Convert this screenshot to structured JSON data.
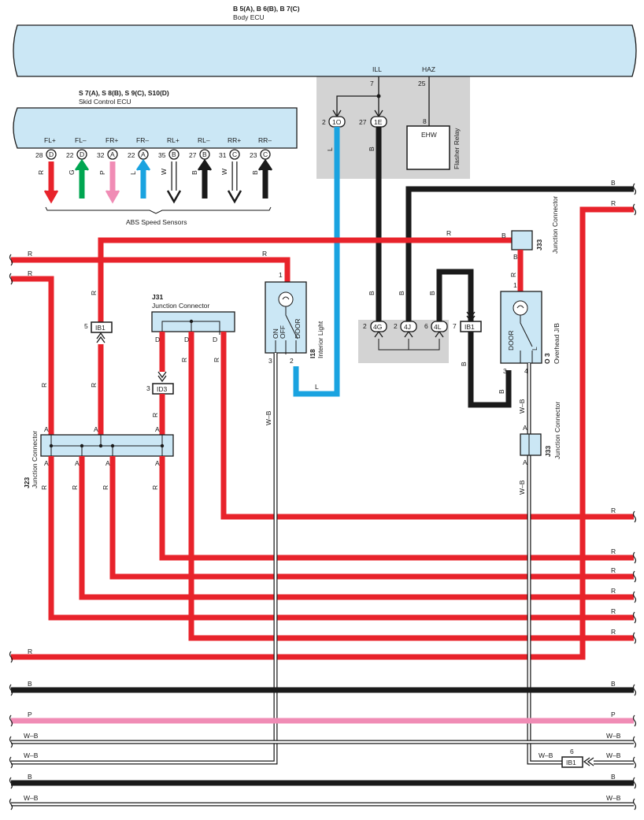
{
  "colors": {
    "R": "#e8232b",
    "B": "#1a1a1a",
    "G": "#00a651",
    "P": "#f08cb5",
    "L": "#1aa3e0",
    "W": "#ffffff",
    "component_fill": "#cbe7f5",
    "shade": "#d3d3d3"
  },
  "body_ecu": {
    "connectors": "B 5(A), B 6(B), B 7(C)",
    "name": "Body ECU",
    "pin_ill_label": "ILL",
    "pin_ill_num": "7",
    "pin_haz_label": "HAZ",
    "pin_haz_num": "25"
  },
  "skid_ecu": {
    "connectors": "S 7(A), S 8(B), S 9(C), S10(D)",
    "name": "Skid Control ECU",
    "pins": [
      {
        "label": "FL+",
        "num": "28",
        "conn": "D",
        "wire": "R"
      },
      {
        "label": "FL–",
        "num": "22",
        "conn": "D",
        "wire": "G"
      },
      {
        "label": "FR+",
        "num": "32",
        "conn": "A",
        "wire": "P"
      },
      {
        "label": "FR–",
        "num": "22",
        "conn": "A",
        "wire": "L"
      },
      {
        "label": "RL+",
        "num": "35",
        "conn": "B",
        "wire": "W"
      },
      {
        "label": "RL–",
        "num": "27",
        "conn": "B",
        "wire": "B"
      },
      {
        "label": "RR+",
        "num": "31",
        "conn": "C",
        "wire": "W"
      },
      {
        "label": "RR–",
        "num": "23",
        "conn": "C",
        "wire": "B"
      }
    ],
    "sensors_label": "ABS Speed Sensors"
  },
  "flasher": {
    "name": "Flasher Relay",
    "pin": "8",
    "terminal": "EHW"
  },
  "connectors_top": [
    {
      "num": "2",
      "id": "1O"
    },
    {
      "num": "27",
      "id": "1E"
    }
  ],
  "connectors_mid": [
    {
      "num": "2",
      "id": "4G"
    },
    {
      "num": "2",
      "id": "4J"
    },
    {
      "num": "6",
      "id": "4L"
    }
  ],
  "interior_light": {
    "code": "I18",
    "name": "Interior Light",
    "on": "ON",
    "off": "OFF",
    "door": "DOOR",
    "pin1": "1",
    "pin2": "2",
    "pin3": "3"
  },
  "overhead_jb": {
    "code": "O 3",
    "name": "Overhead J/B",
    "door": "DOOR",
    "l": "L",
    "pin1": "1",
    "pin3": "3",
    "pin4": "4"
  },
  "j31": {
    "code": "J31",
    "name": "Junction Connector",
    "pins": [
      "D",
      "D",
      "D"
    ]
  },
  "j23": {
    "code": "J23",
    "name": "Junction Connector"
  },
  "j33_top": {
    "code": "J33",
    "name": "Junction Connector",
    "pin": "B"
  },
  "j33_mid": {
    "code": "J33",
    "name": "Junction Connector",
    "pin": "A"
  },
  "ib1_left": {
    "num": "5",
    "id": "IB1"
  },
  "ib1_mid": {
    "num": "7",
    "id": "IB1"
  },
  "ib1_bottom": {
    "num": "6",
    "id": "IB1"
  },
  "id3": {
    "num": "3",
    "id": "ID3"
  },
  "wire_labels": {
    "R": "R",
    "B": "B",
    "L": "L",
    "P": "P",
    "WB": "W–B",
    "A": "A"
  },
  "bus_rows": [
    {
      "color": "R",
      "label": "R"
    },
    {
      "color": "B",
      "label": "B"
    },
    {
      "color": "P",
      "label": "P"
    },
    {
      "color": "WB",
      "label": "W–B"
    },
    {
      "color": "WB",
      "label": "W–B"
    },
    {
      "color": "B",
      "label": "B"
    },
    {
      "color": "WB",
      "label": "W–B"
    }
  ]
}
